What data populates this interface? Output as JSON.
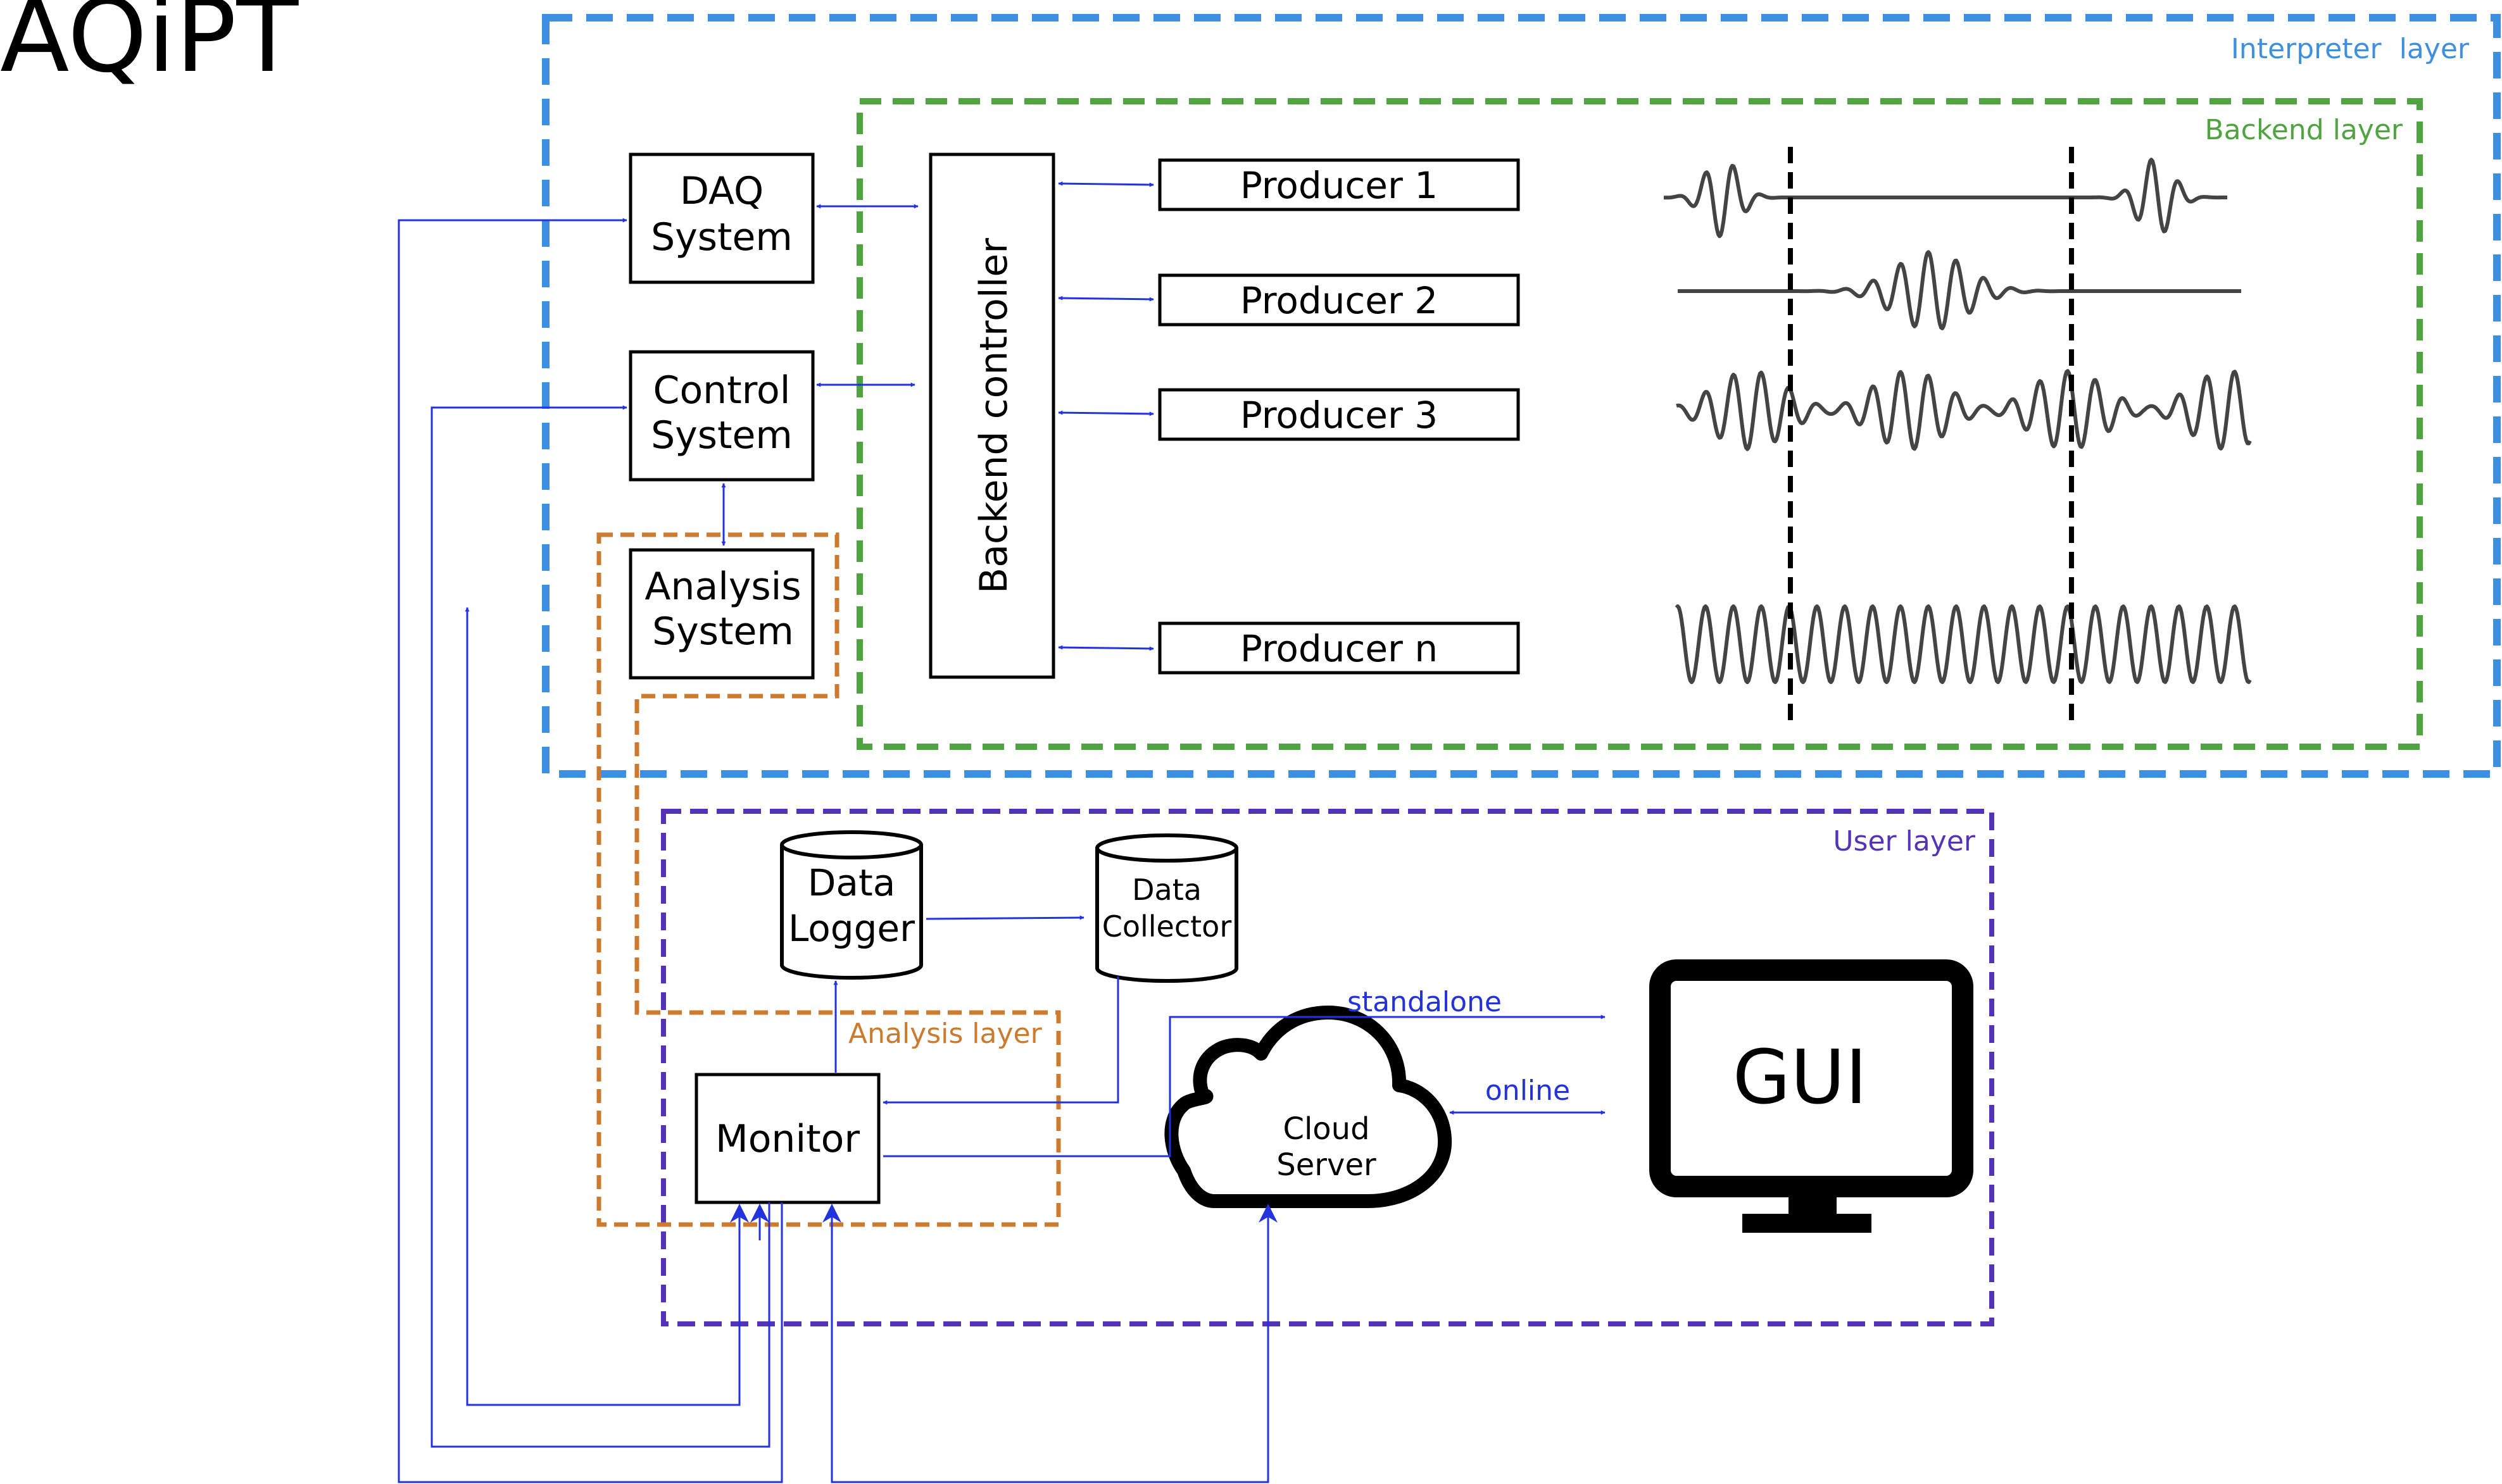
{
  "title": "AQiPT",
  "layers": {
    "interpreter": {
      "label": "Interpreter  layer",
      "color": "#3f8fe0"
    },
    "backend": {
      "label": "Backend layer",
      "color": "#4fa341"
    },
    "user": {
      "label": "User layer",
      "color": "#5533b8"
    },
    "analysis": {
      "label": "Analysis layer",
      "color": "#cc7a2e"
    }
  },
  "systems": {
    "daq": [
      "DAQ",
      "System"
    ],
    "control": [
      "Control",
      "System"
    ],
    "analysis": [
      "Analysis",
      "System"
    ]
  },
  "backend_controller": "Backend controller",
  "producers": [
    "Producer 1",
    "Producer 2",
    "Producer 3",
    "Producer n"
  ],
  "data_logger": [
    "Data",
    "Logger"
  ],
  "data_collector": [
    "Data",
    "Collector"
  ],
  "monitor": "Monitor",
  "cloud_server": [
    "Cloud",
    "Server"
  ],
  "gui": "GUI",
  "edge_labels": {
    "standalone": "standalone",
    "online": "online"
  },
  "colors": {
    "arrow": "#2233dd",
    "wave": "#444444"
  }
}
